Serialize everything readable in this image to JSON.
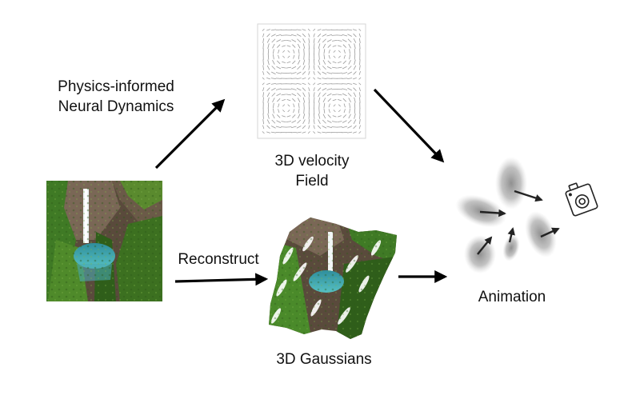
{
  "labels": {
    "physics_line1": "Physics-informed",
    "physics_line2": "Neural Dynamics",
    "velocity_line1": "3D velocity",
    "velocity_line2": "Field",
    "reconstruct": "Reconstruct",
    "gaussians": "3D Gaussians",
    "animation": "Animation"
  },
  "icons": {
    "velocity_field": "vector-field-icon",
    "source_photo": "waterfall-photo",
    "gaussian_splat": "gaussian-splat-image",
    "blobs": "gaussian-blob-icon",
    "camera": "camera-icon"
  },
  "colors": {
    "arrow": "#000000",
    "text": "#111111",
    "water": "#3aa0a8",
    "foliage": "#3f7a25",
    "rock": "#6e5a48"
  }
}
